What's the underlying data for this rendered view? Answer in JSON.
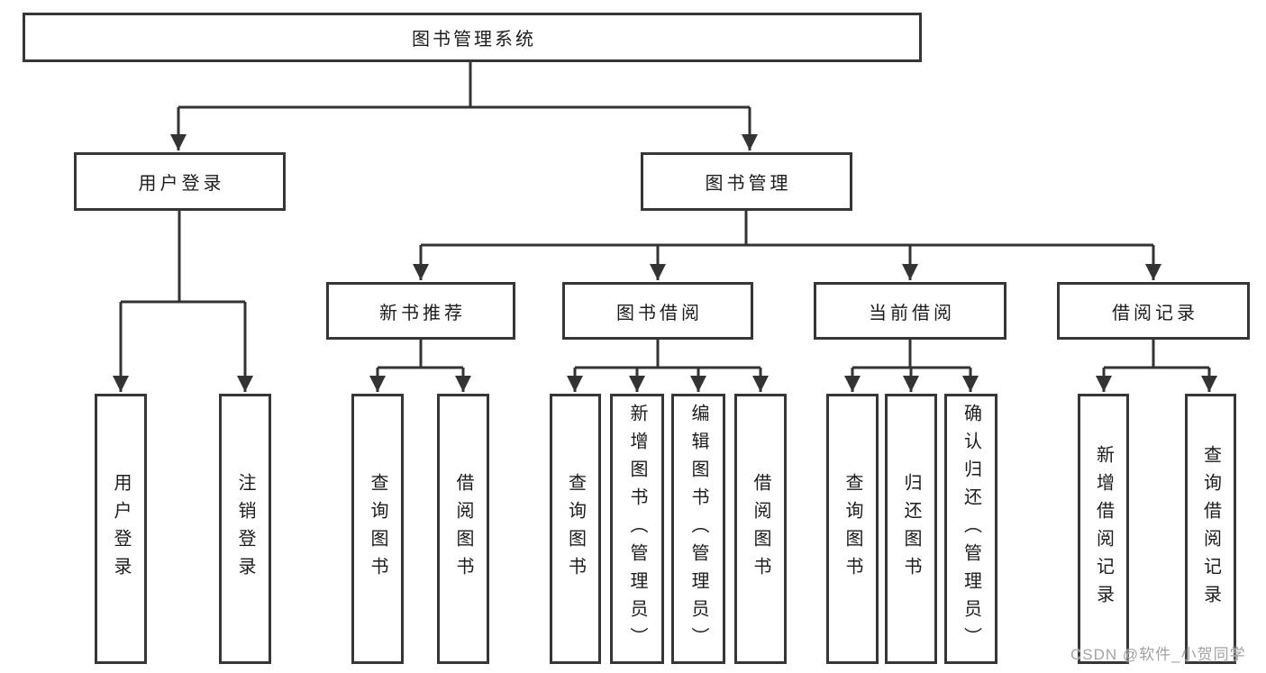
{
  "colors": {
    "line": "#333333",
    "box_border": "#363636",
    "text": "#1c1c1c",
    "background": "#ffffff",
    "watermark": "#a3a3a3"
  },
  "root": {
    "label": "图书管理系统"
  },
  "level1": {
    "userLogin": {
      "label": "用户登录"
    },
    "bookManagement": {
      "label": "图书管理"
    }
  },
  "level2": {
    "newBookRecommend": {
      "label": "新书推荐"
    },
    "bookBorrowing": {
      "label": "图书借阅"
    },
    "currentBorrowing": {
      "label": "当前借阅"
    },
    "borrowingRecords": {
      "label": "借阅记录"
    }
  },
  "leaves": {
    "userLogin": [
      {
        "label": "用户登录"
      },
      {
        "label": "注销登录"
      }
    ],
    "newBookRecommend": [
      {
        "label": "查询图书"
      },
      {
        "label": "借阅图书"
      }
    ],
    "bookBorrowing": [
      {
        "label": "查询图书"
      },
      {
        "label": "新增图书（管理员）"
      },
      {
        "label": "编辑图书（管理员）"
      },
      {
        "label": "借阅图书"
      }
    ],
    "currentBorrowing": [
      {
        "label": "查询图书"
      },
      {
        "label": "归还图书"
      },
      {
        "label": "确认归还（管理员）"
      }
    ],
    "borrowingRecords": [
      {
        "label": "新增借阅记录"
      },
      {
        "label": "查询借阅记录"
      }
    ]
  },
  "watermark": {
    "text": "CSDN @软件_小贺同学"
  }
}
